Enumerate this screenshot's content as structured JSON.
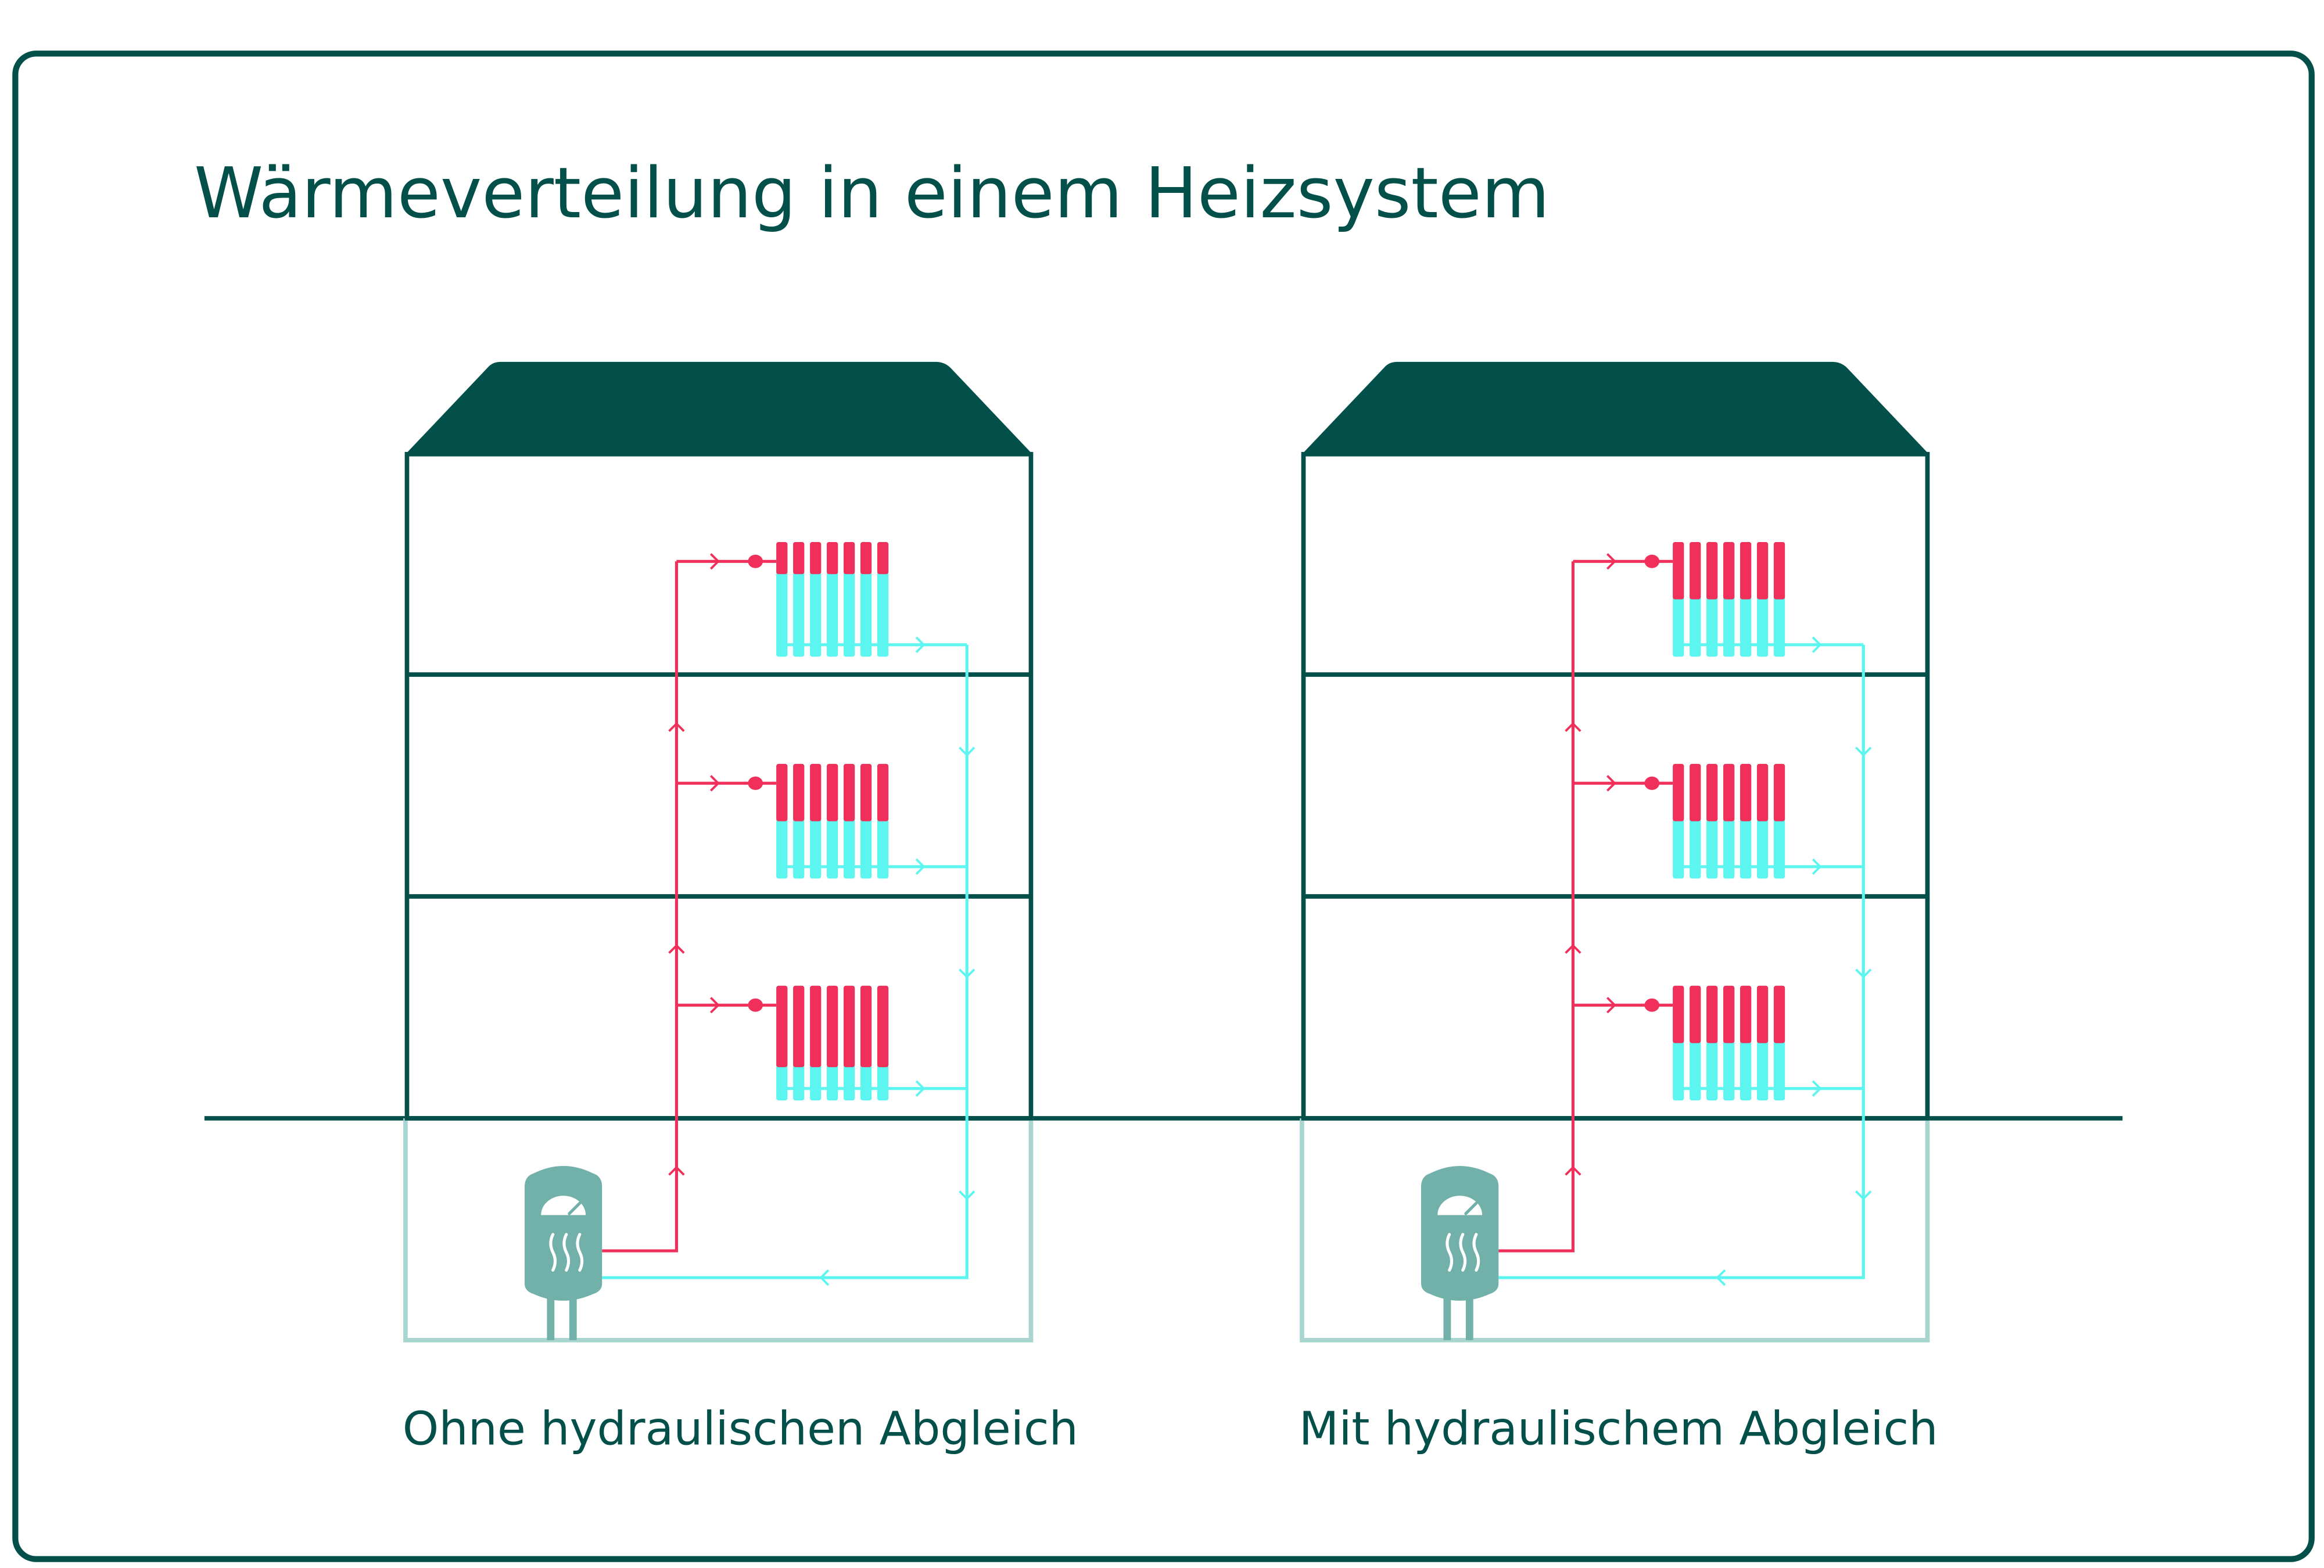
{
  "title": "Wärmeverteilung in einem Heizsystem",
  "colors": {
    "dark": "#034f49",
    "supply": "#f0305a",
    "return": "#5cf5f0",
    "boiler": "#72b0aa",
    "basement": "#a9d5d0"
  },
  "buildings": [
    {
      "label": "Ohne hydraulischen Abgleich",
      "radiator_heat_fraction_by_floor_top_to_bottom": [
        0.28,
        0.5,
        0.71
      ]
    },
    {
      "label": "Mit hydraulischem Abgleich",
      "radiator_heat_fraction_by_floor_top_to_bottom": [
        0.5,
        0.5,
        0.5
      ]
    }
  ]
}
